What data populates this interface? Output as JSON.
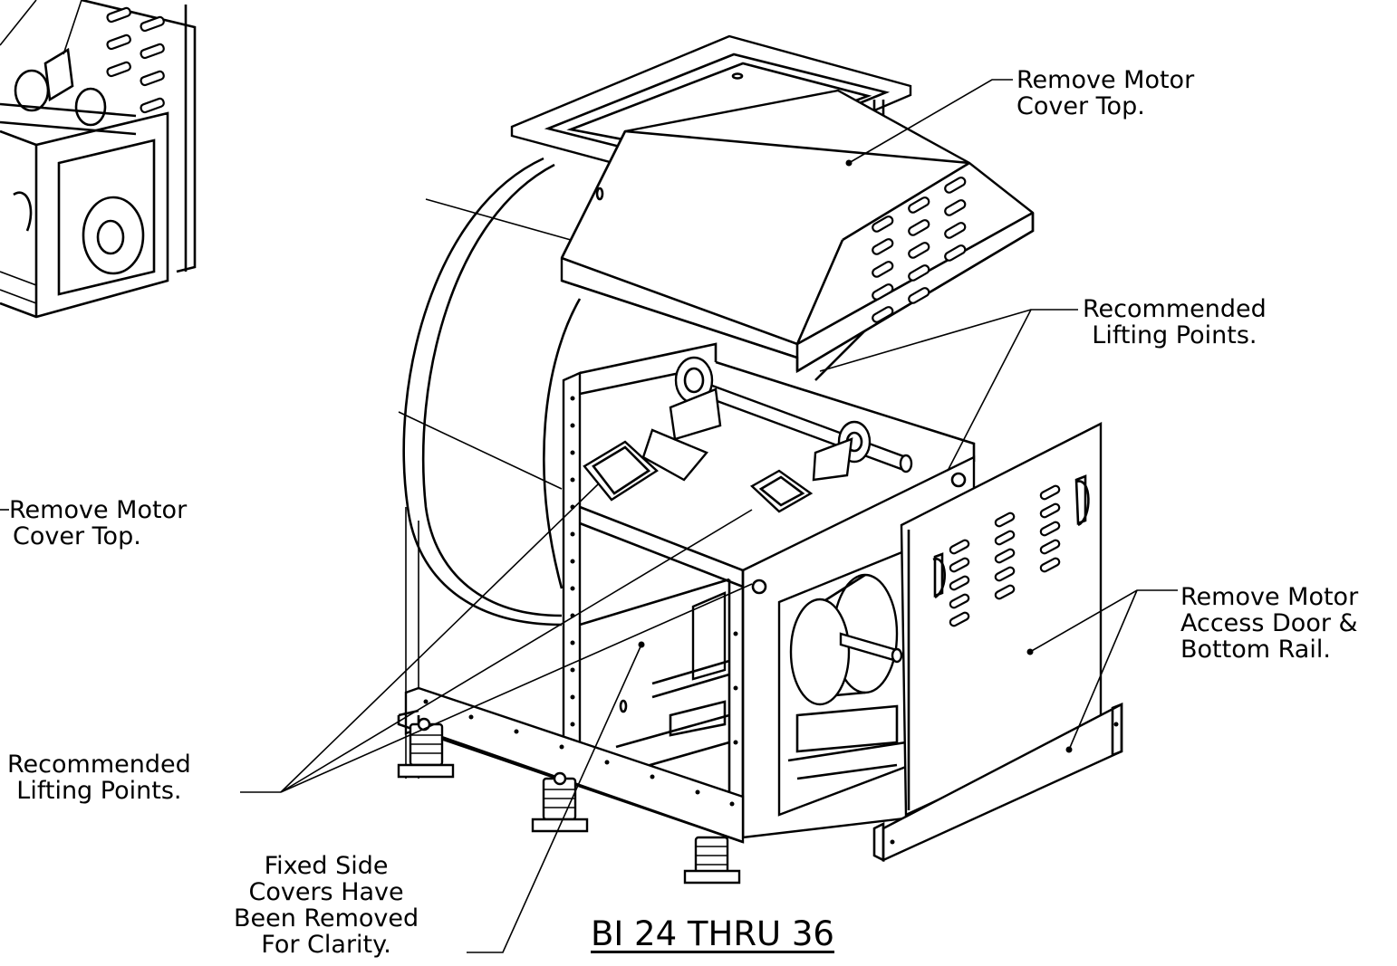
{
  "diagram": {
    "title": "BI 24 THRU 36",
    "callouts": {
      "motor_cover_top_right": [
        "Remove Motor",
        "Cover Top."
      ],
      "motor_cover_top_left": [
        "Remove Motor",
        "Cover Top."
      ],
      "lifting_points_right": [
        "Recommended",
        "Lifting Points."
      ],
      "lifting_points_left": [
        "Recommended",
        "Lifting Points."
      ],
      "access_door": [
        "Remove Motor",
        "Access Door &",
        "Bottom Rail."
      ],
      "fixed_covers": [
        "Fixed Side",
        "Covers Have",
        "Been Removed",
        "For Clarity."
      ]
    }
  }
}
